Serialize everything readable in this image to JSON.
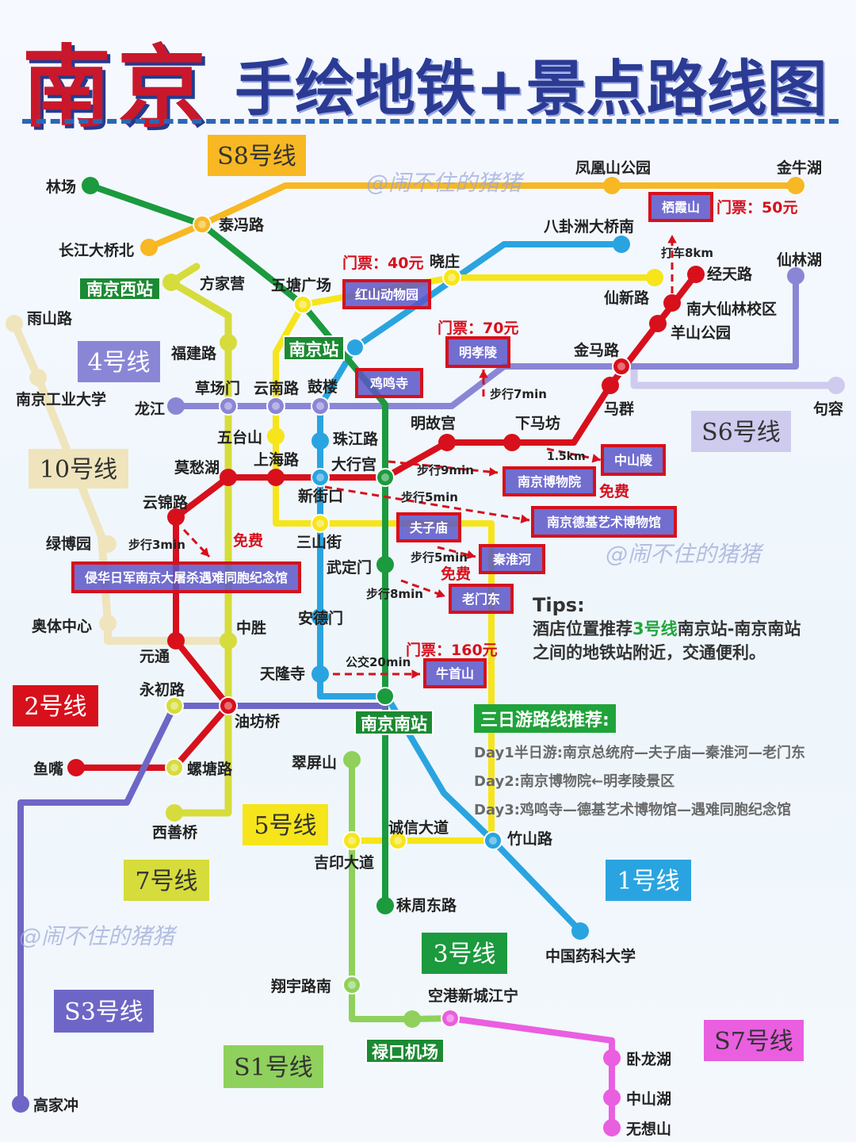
{
  "header": {
    "title_city": "南京",
    "title_rest": "手绘地铁+景点路线图"
  },
  "watermarks": [
    "@闹不住的猪猪",
    "@闹不住的猪猪",
    "@闹不住的猪猪"
  ],
  "lines": [
    {
      "key": "L1",
      "label": "1号线",
      "color": "#2aa4e0",
      "label_bg": "#2aa4e0",
      "label_fg": "#ffffff"
    },
    {
      "key": "L2",
      "label": "2号线",
      "color": "#d7101c",
      "label_bg": "#d7101c",
      "label_fg": "#ffffff"
    },
    {
      "key": "L3",
      "label": "3号线",
      "color": "#1b9a3e",
      "label_bg": "#1b9a3e",
      "label_fg": "#ffffff"
    },
    {
      "key": "L4",
      "label": "4号线",
      "color": "#8a86d6",
      "label_bg": "#8a86d6",
      "label_fg": "#ffffff"
    },
    {
      "key": "L5",
      "label": "5号线",
      "color": "#f6e51a",
      "label_bg": "#f6e51a",
      "label_fg": "#333333"
    },
    {
      "key": "L7",
      "label": "7号线",
      "color": "#d6dc3b",
      "label_bg": "#d6dc3b",
      "label_fg": "#333333"
    },
    {
      "key": "L10",
      "label": "10号线",
      "color": "#efe4bc",
      "label_bg": "#efe4bc",
      "label_fg": "#333333"
    },
    {
      "key": "S1",
      "label": "S1号线",
      "color": "#8fd15c",
      "label_bg": "#8fd15c",
      "label_fg": "#333333"
    },
    {
      "key": "S3",
      "label": "S3号线",
      "color": "#6e66c6",
      "label_bg": "#6e66c6",
      "label_fg": "#ffffff"
    },
    {
      "key": "S6",
      "label": "S6号线",
      "color": "#cfcbef",
      "label_bg": "#cfcbef",
      "label_fg": "#333333"
    },
    {
      "key": "S7",
      "label": "S7号线",
      "color": "#ea5ee0",
      "label_bg": "#ea5ee0",
      "label_fg": "#333333"
    },
    {
      "key": "S8",
      "label": "S8号线",
      "color": "#f7b823",
      "label_bg": "#f7b823",
      "label_fg": "#333333"
    }
  ],
  "stations": [
    {
      "id": "linchang",
      "name": "林场"
    },
    {
      "id": "taifenglu",
      "name": "泰冯路"
    },
    {
      "id": "changjiang",
      "name": "长江大桥北"
    },
    {
      "id": "fenghuang",
      "name": "凤凰山公园"
    },
    {
      "id": "jinniuhu",
      "name": "金牛湖"
    },
    {
      "id": "baguazhou",
      "name": "八卦洲大桥南"
    },
    {
      "id": "xiaozhuang",
      "name": "晓庄"
    },
    {
      "id": "xianlinhu",
      "name": "仙林湖"
    },
    {
      "id": "jingtianlu",
      "name": "经天路"
    },
    {
      "id": "nandaxianlin",
      "name": "南大仙林校区"
    },
    {
      "id": "yangshan",
      "name": "羊山公园"
    },
    {
      "id": "xianxinlu",
      "name": "仙新路"
    },
    {
      "id": "jinmalu",
      "name": "金马路"
    },
    {
      "id": "maqun",
      "name": "马群"
    },
    {
      "id": "goumen",
      "name": "句容"
    },
    {
      "id": "nanjingxi",
      "name": "南京西站"
    },
    {
      "id": "fangjiaying",
      "name": "方家营"
    },
    {
      "id": "wutang",
      "name": "五塘广场"
    },
    {
      "id": "yushanlu",
      "name": "雨山路"
    },
    {
      "id": "nanjingzhan",
      "name": "南京站"
    },
    {
      "id": "fujianlu",
      "name": "福建路"
    },
    {
      "id": "gongda",
      "name": "南京工业大学"
    },
    {
      "id": "longjiang",
      "name": "龙江"
    },
    {
      "id": "caochangmen",
      "name": "草场门"
    },
    {
      "id": "yunnanlu",
      "name": "云南路"
    },
    {
      "id": "gulou",
      "name": "鼓楼"
    },
    {
      "id": "minggugong",
      "name": "明故宫"
    },
    {
      "id": "xiamafang",
      "name": "下马坊"
    },
    {
      "id": "wutaishan",
      "name": "五台山"
    },
    {
      "id": "zhujianglu",
      "name": "珠江路"
    },
    {
      "id": "mochouhu",
      "name": "莫愁湖"
    },
    {
      "id": "shanghailu",
      "name": "上海路"
    },
    {
      "id": "daxinggong",
      "name": "大行宫"
    },
    {
      "id": "xinjiekou",
      "name": "新街口"
    },
    {
      "id": "yunjinlu",
      "name": "云锦路"
    },
    {
      "id": "lvboyuan",
      "name": "绿博园"
    },
    {
      "id": "sanshanjie",
      "name": "三山街"
    },
    {
      "id": "wudingmen",
      "name": "武定门"
    },
    {
      "id": "aotizhongxin",
      "name": "奥体中心"
    },
    {
      "id": "zhongsheng",
      "name": "中胜"
    },
    {
      "id": "andemen",
      "name": "安德门"
    },
    {
      "id": "yuantong",
      "name": "元通"
    },
    {
      "id": "tianlongsi",
      "name": "天隆寺"
    },
    {
      "id": "yongchulu",
      "name": "永初路"
    },
    {
      "id": "youfangqiao",
      "name": "油坊桥"
    },
    {
      "id": "nanjingnan",
      "name": "南京南站"
    },
    {
      "id": "cuipingshan",
      "name": "翠屏山"
    },
    {
      "id": "yuzui",
      "name": "鱼嘴"
    },
    {
      "id": "luotanglu",
      "name": "螺塘路"
    },
    {
      "id": "xishanqiao",
      "name": "西善桥"
    },
    {
      "id": "chengxin",
      "name": "诚信大道"
    },
    {
      "id": "jiyin",
      "name": "吉印大道"
    },
    {
      "id": "zhushanlu",
      "name": "竹山路"
    },
    {
      "id": "mozhoudong",
      "name": "秣周东路"
    },
    {
      "id": "yaoke",
      "name": "中国药科大学"
    },
    {
      "id": "xiangyulu",
      "name": "翔宇路南"
    },
    {
      "id": "konggang",
      "name": "空港新城江宁"
    },
    {
      "id": "lukou",
      "name": "禄口机场"
    },
    {
      "id": "wolonghu",
      "name": "卧龙湖"
    },
    {
      "id": "zhongshanhu",
      "name": "中山湖"
    },
    {
      "id": "wuxiangshan",
      "name": "无想山"
    },
    {
      "id": "gaojiachong",
      "name": "高家冲"
    }
  ],
  "attractions": [
    {
      "id": "qixiashan",
      "name": "栖霞山"
    },
    {
      "id": "hongshan",
      "name": "红山动物园"
    },
    {
      "id": "mingxiaoling",
      "name": "明孝陵"
    },
    {
      "id": "jimingsi",
      "name": "鸡鸣寺"
    },
    {
      "id": "zhongshanling",
      "name": "中山陵"
    },
    {
      "id": "nanbo",
      "name": "南京博物院"
    },
    {
      "id": "deji",
      "name": "南京德基艺术博物馆"
    },
    {
      "id": "fuzimiao",
      "name": "夫子庙"
    },
    {
      "id": "qinhuaihe",
      "name": "秦淮河"
    },
    {
      "id": "laomendong",
      "name": "老门东"
    },
    {
      "id": "niushoushan",
      "name": "牛首山"
    },
    {
      "id": "jinianguan",
      "name": "侵华日军南京大屠杀遇难同胞纪念馆"
    }
  ],
  "annotations": [
    {
      "id": "price_qixia",
      "text": "门票：50元"
    },
    {
      "id": "price_hongshan",
      "text": "门票：40元"
    },
    {
      "id": "price_mxl",
      "text": "门票：70元"
    },
    {
      "id": "price_niushou",
      "text": "门票：160元"
    },
    {
      "id": "free_zsl",
      "text": "免费"
    },
    {
      "id": "free_jng",
      "text": "免费"
    },
    {
      "id": "free_qhh",
      "text": "免费"
    },
    {
      "id": "dache",
      "text": "打车8km"
    },
    {
      "id": "walk7",
      "text": "步行7min"
    },
    {
      "id": "km15",
      "text": "1.5km"
    },
    {
      "id": "walk9",
      "text": "步行9min"
    },
    {
      "id": "walk5a",
      "text": "步行5min"
    },
    {
      "id": "walk3",
      "text": "步行3min"
    },
    {
      "id": "walk5b",
      "text": "步行5min"
    },
    {
      "id": "walk8",
      "text": "步行8min"
    },
    {
      "id": "bus20",
      "text": "公交20min"
    }
  ],
  "tips": {
    "heading": "Tips:",
    "line1_pre": "酒店位置推荐",
    "line1_hl": "3号线",
    "line1_post": "南京站-南京南站",
    "line2": "之间的地铁站附近，交通便利。"
  },
  "itinerary": {
    "heading": "三日游路线推荐:",
    "days": [
      "Day1半日游:南京总统府—夫子庙—秦淮河—老门东",
      "Day2:南京博物院←明孝陵景区",
      "Day3:鸡鸣寺—德基艺术博物馆—遇难同胞纪念馆"
    ]
  },
  "colors": {
    "title_red": "#c9182b",
    "title_blue": "#2b3b94",
    "attraction_border": "#d7101c",
    "attraction_fill": "#5a56c8",
    "station_tag_green": "#1b8a33",
    "price_red": "#d7101c"
  }
}
